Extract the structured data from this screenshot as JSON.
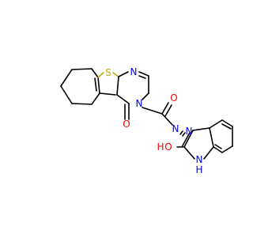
{
  "molecule": {
    "atom_labels": {
      "s1": "S",
      "n_pyr": "N",
      "n3": "N",
      "o_keto": "O",
      "o_amide": "O",
      "n_azo1": "N",
      "n_azo2": "N",
      "o_hydroxy": "O",
      "h_hydroxy": "H",
      "n_indole": "N",
      "h_indole": "H"
    },
    "colors": {
      "carbon_bond": "#000000",
      "sulfur": "#c8a800",
      "nitrogen": "#0000ff",
      "oxygen": "#ff0000",
      "background": "#ffffff"
    }
  }
}
